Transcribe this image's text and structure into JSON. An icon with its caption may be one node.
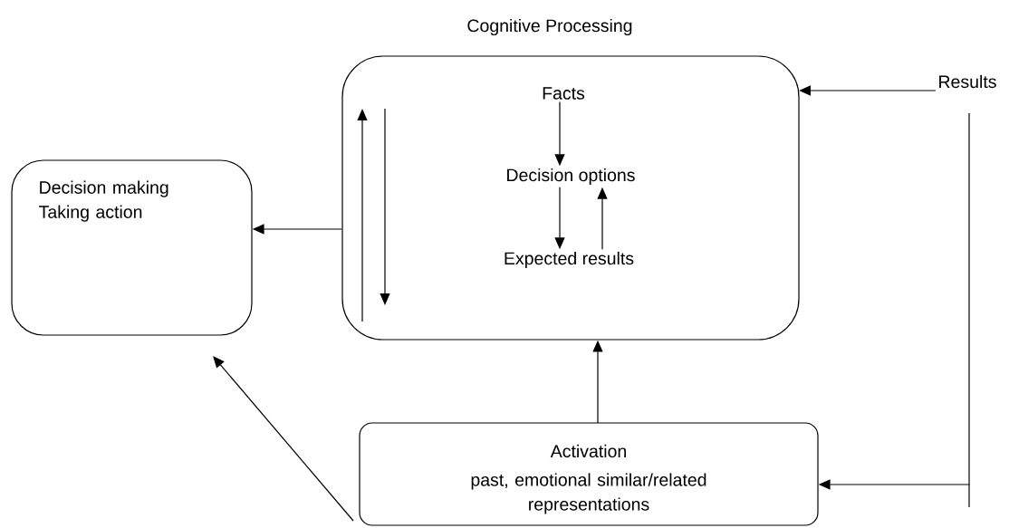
{
  "diagram": {
    "nodes": [
      {
        "text": [
          "Cognitive Processing"
        ]
      },
      {
        "text": [
          "Facts"
        ],
        "in": 0
      },
      {
        "text": [
          "Decision options"
        ],
        "in": 0
      },
      {
        "text": [
          "Expected results"
        ],
        "in": 0
      },
      {
        "text": [
          "Decision making Taking action"
        ]
      },
      {
        "text": [
          "Activation",
          "past, emotional similar/related representations"
        ]
      },
      {
        "text": [
          "Results"
        ]
      }
    ],
    "edges": [
      {
        "from": 1,
        "to": 2,
        "arrow": "to"
      },
      {
        "from": 2,
        "to": 3,
        "arrow": "to"
      },
      {
        "from": 3,
        "to": 2,
        "arrow": "to"
      },
      {
        "from": 0,
        "to": 4,
        "arrow": "to"
      },
      {
        "from": 6,
        "to": 0,
        "arrow": "to"
      },
      {
        "from": 6,
        "to": 5,
        "arrow": "to"
      },
      {
        "from": 5,
        "to": 0,
        "arrow": "to"
      },
      {
        "from": 5,
        "to": 4,
        "arrow": "to"
      }
    ]
  }
}
